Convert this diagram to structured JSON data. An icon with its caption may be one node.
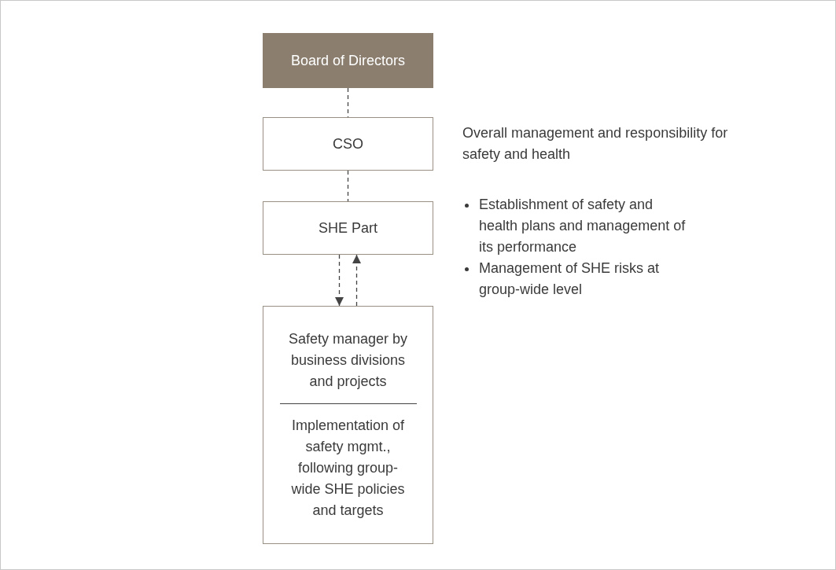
{
  "diagram": {
    "nodes": [
      {
        "text": [
          "Board of Directors"
        ]
      },
      {
        "text": [
          "CSO"
        ],
        "beside": [
          "Overall management and responsibility for safety and health"
        ]
      },
      {
        "text": [
          "SHE Part"
        ],
        "beside": [
          "Establishment of safety and health plans and management of its performance",
          "Management of SHE risks at group-wide level"
        ]
      },
      {
        "text": [
          "Safety manager by business divisions and projects",
          "Implementation of safety mgmt., following group-wide SHE policies and targets"
        ]
      }
    ],
    "edges": [
      {
        "from": 0,
        "to": 1,
        "arrow": "none",
        "style": "dashed"
      },
      {
        "from": 1,
        "to": 2,
        "arrow": "none",
        "style": "dashed"
      },
      {
        "from": 2,
        "to": 3,
        "arrow": "to",
        "style": "dashed"
      },
      {
        "from": 3,
        "to": 2,
        "arrow": "to",
        "style": "dashed"
      }
    ]
  }
}
